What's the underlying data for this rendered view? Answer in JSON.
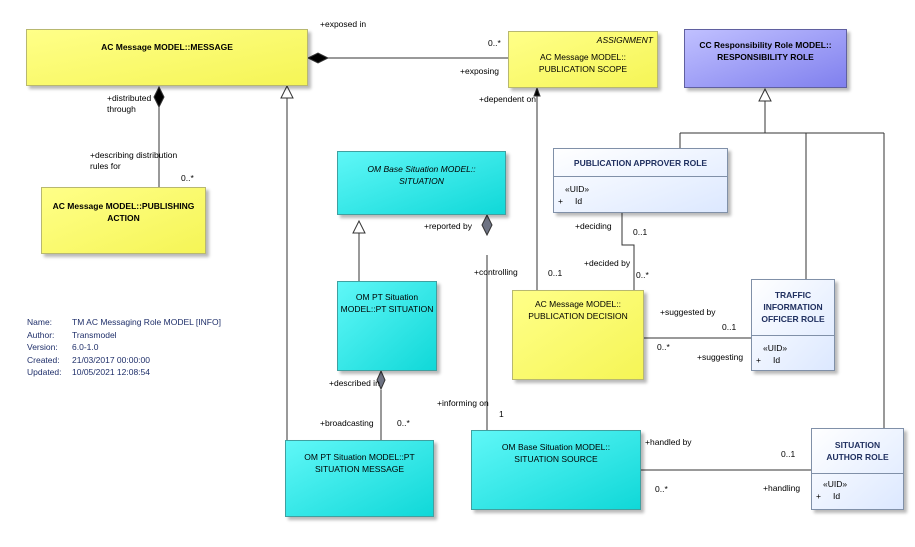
{
  "boxes": {
    "message": {
      "name": "AC Message MODEL::MESSAGE"
    },
    "publication_scope": {
      "stereotype": "ASSIGNMENT",
      "line1": "AC Message MODEL::",
      "line2": "PUBLICATION SCOPE"
    },
    "responsibility_role": {
      "line1": "CC Responsibility Role MODEL::",
      "line2": "RESPONSIBILITY ROLE"
    },
    "publishing_action": {
      "line1": "AC Message MODEL::PUBLISHING",
      "line2": "ACTION"
    },
    "situation": {
      "line1": "OM Base Situation MODEL::",
      "line2": "SITUATION"
    },
    "publication_approver_role": {
      "name": "PUBLICATION APPROVER ROLE",
      "stereotype": "«UID»",
      "attr_vis": "+",
      "attr": "Id"
    },
    "pt_situation": {
      "line1": "OM PT Situation",
      "line2": "MODEL::PT SITUATION"
    },
    "publication_decision": {
      "line1": "AC Message MODEL::",
      "line2": "PUBLICATION DECISION"
    },
    "traffic_officer_role": {
      "line1": "TRAFFIC",
      "line2": "INFORMATION",
      "line3": "OFFICER ROLE",
      "stereotype": "«UID»",
      "attr_vis": "+",
      "attr": "Id"
    },
    "pt_situation_message": {
      "line1": "OM PT Situation MODEL::PT",
      "line2": "SITUATION MESSAGE"
    },
    "situation_source": {
      "line1": "OM Base Situation MODEL::",
      "line2": "SITUATION SOURCE"
    },
    "situation_author_role": {
      "line1": "SITUATION",
      "line2": "AUTHOR ROLE",
      "stereotype": "«UID»",
      "attr_vis": "+",
      "attr": "Id"
    }
  },
  "labels": {
    "exposed_in": "+exposed in",
    "exposed_mult": "0..*",
    "exposing": "+exposing",
    "distributed_1": "+distributed",
    "distributed_2": "through",
    "describing_1": "+describing distribution",
    "describing_2": "rules for",
    "describing_mult": "0..*",
    "dependent_on": "+dependent on",
    "reported_by": "+reported by",
    "controlling": "+controlling",
    "deciding": "+deciding",
    "deciding_mult": "0..1",
    "decided_by": "+decided by",
    "decided_mult": "0..*",
    "decision_mult": "0..1",
    "suggested_by": "+suggested by",
    "suggested_mult": "0..1",
    "suggesting_mult": "0..*",
    "suggesting": "+suggesting",
    "described_in": "+described in",
    "broadcasting": "+broadcasting",
    "broadcasting_mult": "0..*",
    "informing_on": "+informing on",
    "informing_mult": "1",
    "handled_by": "+handled by",
    "handled_mult": "0..1",
    "handling_mult": "0..*",
    "handling": "+handling"
  },
  "info": {
    "name_key": "Name:",
    "name_val": "TM AC Messaging Role MODEL [INFO]",
    "author_key": "Author:",
    "author_val": "Transmodel",
    "version_key": "Version:",
    "version_val": "6.0-1.0",
    "created_key": "Created:",
    "created_val": "21/03/2017 00:00:00",
    "updated_key": "Updated:",
    "updated_val": "10/05/2021 12:08:54"
  }
}
